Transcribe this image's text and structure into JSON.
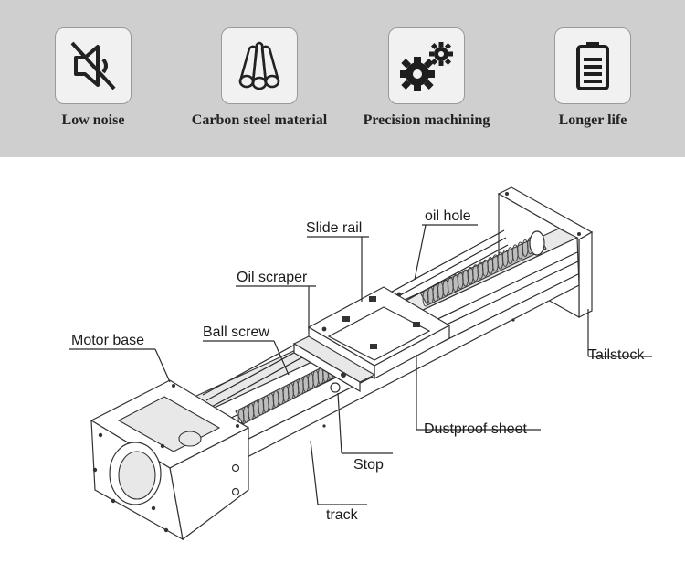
{
  "features": [
    {
      "label": "Low noise",
      "icon": "mute-speaker-icon"
    },
    {
      "label": "Carbon steel material",
      "icon": "steel-bars-icon"
    },
    {
      "label": "Precision machining",
      "icon": "gears-icon"
    },
    {
      "label": "Longer life",
      "icon": "battery-icon"
    }
  ],
  "diagram": {
    "callouts": {
      "slide_rail": "Slide rail",
      "oil_hole": "oil hole",
      "oil_scraper": "Oil scraper",
      "ball_screw": "Ball screw",
      "motor_base": "Motor base",
      "tailstock": "Tailstock",
      "dustproof_sheet": "Dustproof sheet",
      "stop": "Stop",
      "track": "track"
    }
  },
  "colors": {
    "banner": "#cfcfcf",
    "tile": "#f1f1f1"
  }
}
